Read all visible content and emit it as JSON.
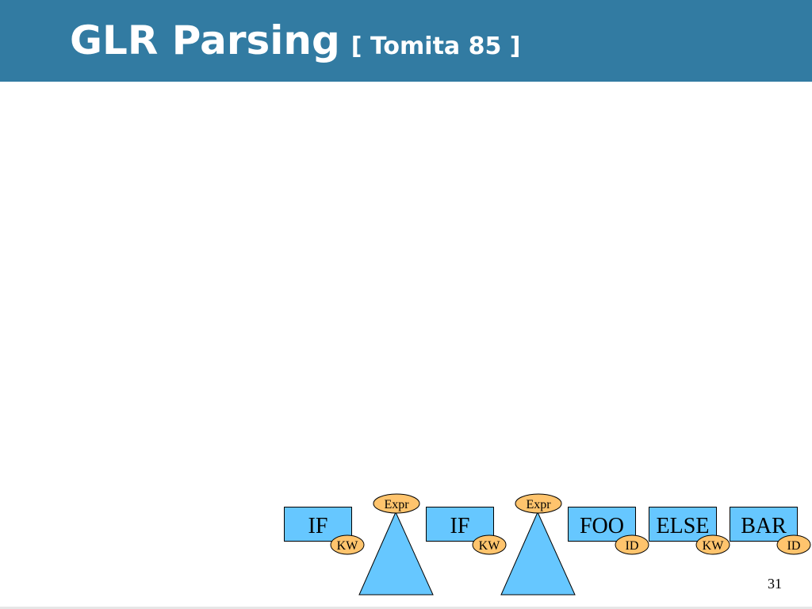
{
  "slide": {
    "title": "GLR Parsing",
    "citation": "[ Tomita 85 ]",
    "page_number": "31"
  },
  "colors": {
    "header": "#327ba2",
    "token_fill": "#66c7ff",
    "tag_fill": "#ffc46d"
  },
  "diagram": {
    "tokens": [
      {
        "text": "IF",
        "tag": "KW"
      },
      {
        "text": "IF",
        "tag": "KW"
      },
      {
        "text": "FOO",
        "tag": "ID"
      },
      {
        "text": "ELSE",
        "tag": "KW"
      },
      {
        "text": "BAR",
        "tag": "ID"
      }
    ],
    "subtrees": [
      {
        "label": "Expr"
      },
      {
        "label": "Expr"
      }
    ]
  }
}
